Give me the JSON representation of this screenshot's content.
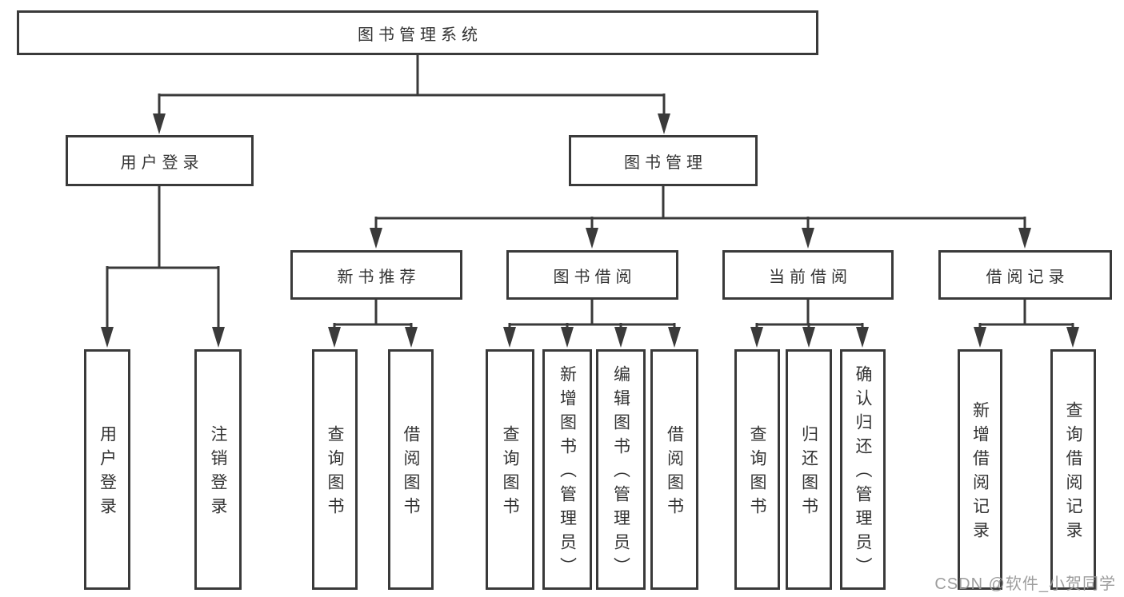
{
  "colors": {
    "line": "#3a3a3a",
    "text": "#333333",
    "box_background": "#ffffff",
    "page_background": "#ffffff",
    "watermark": "#989898"
  },
  "tree": {
    "label": "图书管理系统",
    "children": [
      {
        "label": "用户登录",
        "children": [
          {
            "label": "用户登录"
          },
          {
            "label": "注销登录"
          }
        ]
      },
      {
        "label": "图书管理",
        "children": [
          {
            "label": "新书推荐",
            "children": [
              {
                "label": "查询图书"
              },
              {
                "label": "借阅图书"
              }
            ]
          },
          {
            "label": "图书借阅",
            "children": [
              {
                "label": "查询图书"
              },
              {
                "label": "新增图书（管理员）"
              },
              {
                "label": "编辑图书（管理员）"
              },
              {
                "label": "借阅图书"
              }
            ]
          },
          {
            "label": "当前借阅",
            "children": [
              {
                "label": "查询图书"
              },
              {
                "label": "归还图书"
              },
              {
                "label": "确认归还（管理员）"
              }
            ]
          },
          {
            "label": "借阅记录",
            "children": [
              {
                "label": "新增借阅记录"
              },
              {
                "label": "查询借阅记录"
              }
            ]
          }
        ]
      }
    ]
  },
  "watermark": "CSDN @软件_小贺同学"
}
